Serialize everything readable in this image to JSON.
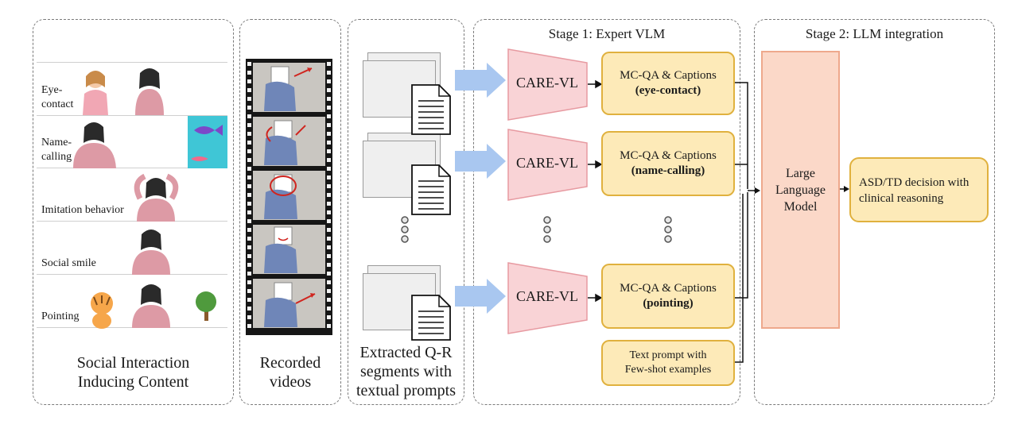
{
  "columns": {
    "content": {
      "caption": "Social Interaction\nInducing Content",
      "rows": [
        {
          "label": "Eye-\ncontact"
        },
        {
          "label": "Name-\ncalling"
        },
        {
          "label": "Imitation behavior"
        },
        {
          "label": "Social smile"
        },
        {
          "label": "Pointing"
        }
      ]
    },
    "videos": {
      "caption": "Recorded\nvideos"
    },
    "segments": {
      "caption": "Extracted Q-R\nsegments with\ntextual prompts"
    },
    "stage1": {
      "title": "Stage 1: Expert VLM",
      "rows": [
        {
          "model": "CARE-VL",
          "caption_line1": "MC-QA & Captions",
          "caption_task": "(eye-contact)"
        },
        {
          "model": "CARE-VL",
          "caption_line1": "MC-QA & Captions",
          "caption_task": "(name-calling)"
        },
        {
          "model": "CARE-VL",
          "caption_line1": "MC-QA & Captions",
          "caption_task": "(pointing)"
        }
      ],
      "prompt_box": "Text prompt with\nFew-shot examples"
    },
    "stage2": {
      "title": "Stage 2: LLM integration",
      "llm": "Large\nLanguage\nModel",
      "decision": "ASD/TD decision with\nclinical reasoning"
    }
  },
  "icons": [
    "document-icon",
    "ellipsis-dots-icon",
    "arrow-icon",
    "fish-icon",
    "tiger-icon",
    "tree-icon",
    "film-strip-icon"
  ],
  "colors": {
    "care_fill": "#f9d3d6",
    "care_stroke": "#e79aa1",
    "caption_fill": "#fdeab8",
    "caption_stroke": "#e0b13e",
    "llm_fill": "#fbd8c8",
    "arrow_fill": "#a9c7f0"
  }
}
